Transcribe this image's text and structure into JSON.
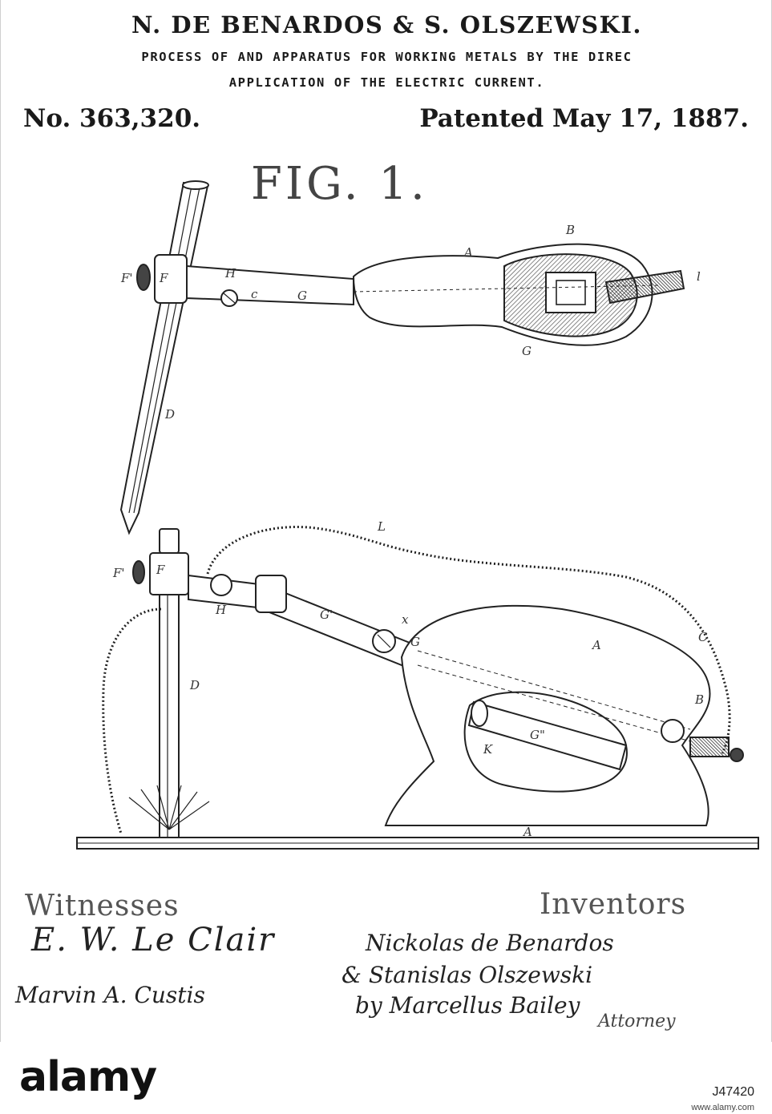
{
  "header": {
    "inventors": "N. DE BENARDOS & S. OLSZEWSKI.",
    "title_line_1": "PROCESS OF AND APPARATUS FOR WORKING METALS BY THE DIREC",
    "title_line_2": "APPLICATION OF THE ELECTRIC CURRENT.",
    "patent_number": "No. 363,320.",
    "patent_date": "Patented May 17, 1887."
  },
  "figure": {
    "label": "FIG. 1.",
    "reference_letters": [
      "A",
      "B",
      "C",
      "D",
      "F",
      "F'",
      "G",
      "G'",
      "G\"",
      "H",
      "K",
      "L",
      "x",
      "c"
    ]
  },
  "witnesses": {
    "heading": "Witnesses",
    "signatures": [
      "E. W. Le Clair",
      "Marvin A. Custis"
    ]
  },
  "inventors_block": {
    "heading": "Inventors",
    "signature_lines": [
      "Nickolas de Benardos",
      "& Stanislas Olszewski",
      "by Marcellus Bailey",
      "Attorney"
    ]
  },
  "footer": {
    "brand": "alamy",
    "image_id": "J47420",
    "url": "www.alamy.com"
  }
}
